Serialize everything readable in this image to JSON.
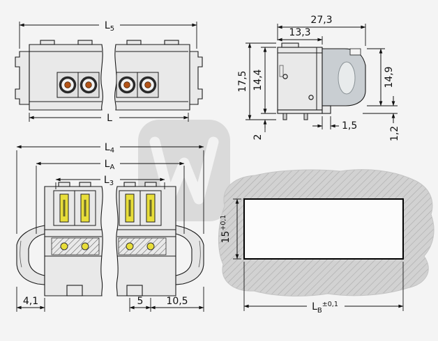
{
  "colors": {
    "page_bg": "#f4f4f4",
    "line": "#1a1a1a",
    "body_fill": "#e9e9e9",
    "shade_fill": "#c9ced2",
    "contact_yellow": "#e8de3a",
    "contact_orange": "#b35418",
    "panel_fill": "#d2d2d2",
    "watermark_fill": "#dadada"
  },
  "views": {
    "front_top": {
      "dims": {
        "L5": {
          "base": "L",
          "sub": "5"
        },
        "L": {
          "base": "L",
          "sub": ""
        }
      }
    },
    "side": {
      "dims": {
        "total_width": "27,3",
        "body_width": "13,3",
        "total_height": "17,5",
        "body_height": "14,4",
        "right_height": "14,9",
        "pin_length": "2",
        "step": "1,5",
        "lip": "1,2"
      }
    },
    "front_bottom": {
      "dims": {
        "L4": {
          "base": "L",
          "sub": "4"
        },
        "LA": {
          "base": "L",
          "sub": "A"
        },
        "L3": {
          "base": "L",
          "sub": "3"
        },
        "wing_offset": "4,1",
        "pole_pitch": "5",
        "end_offset": "10,5"
      }
    },
    "panel_cutout": {
      "dims": {
        "height": {
          "value": "15",
          "tolerance": "+0,1"
        },
        "width": {
          "base": "L",
          "sub": "B",
          "tolerance": "±0,1"
        }
      }
    }
  }
}
